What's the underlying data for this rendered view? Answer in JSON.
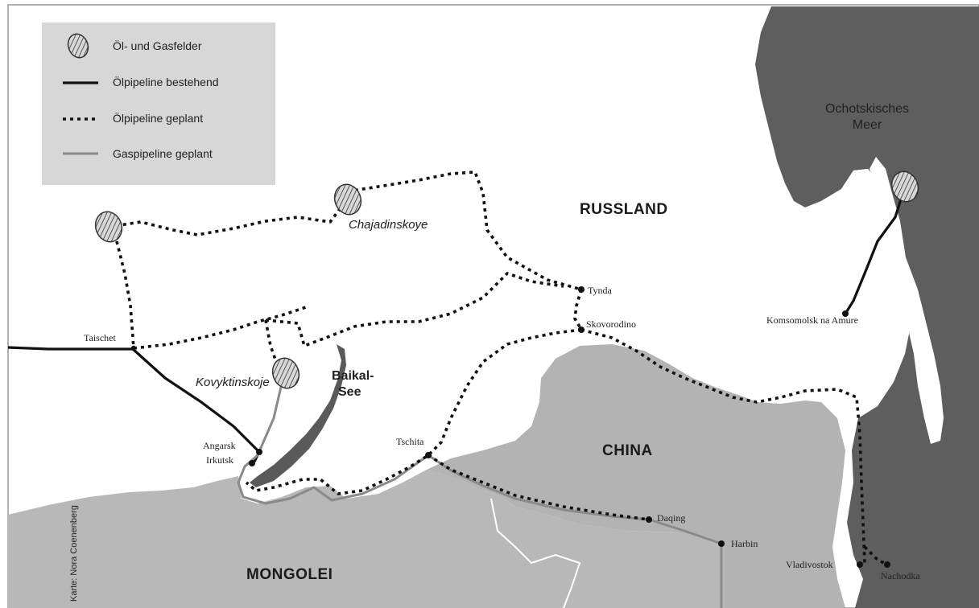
{
  "legend": {
    "items": [
      {
        "key": "fields",
        "label": "Öl- und Gasfelder"
      },
      {
        "key": "oil_existing",
        "label": "Ölpipeline bestehend"
      },
      {
        "key": "oil_planned",
        "label": "Ölpipeline geplant"
      },
      {
        "key": "gas_planned",
        "label": "Gaspipeline geplant"
      }
    ]
  },
  "regions": {
    "russia": "RUSSLAND",
    "china": "CHINA",
    "mongolia": "MONGOLEI",
    "sea_line1": "Ochotskisches",
    "sea_line2": "Meer",
    "lake_line1": "Baikal-",
    "lake_line2": "See"
  },
  "fields": {
    "chajadinskoye": "Chajadinskoye",
    "kovyktinskoje": "Kovyktinskoje"
  },
  "cities": {
    "taischet": "Taischet",
    "tynda": "Tynda",
    "skovorodino": "Skovorodino",
    "komsomolsk": "Komsomolsk na Amure",
    "angarsk": "Angarsk",
    "irkutsk": "Irkutsk",
    "tschita": "Tschita",
    "daqing": "Daqing",
    "harbin": "Harbin",
    "vladivostok": "Vladivostok",
    "nachodka": "Nachodka"
  },
  "credit": "Karte: Nora Coenenberg",
  "colors": {
    "sea": "#5e5e5e",
    "china": "#b3b3b3",
    "mongolia": "#b8b8b8",
    "lake": "#5a5a5a",
    "legend_bg": "#d7d7d7",
    "gas": "#8a8a8a"
  }
}
